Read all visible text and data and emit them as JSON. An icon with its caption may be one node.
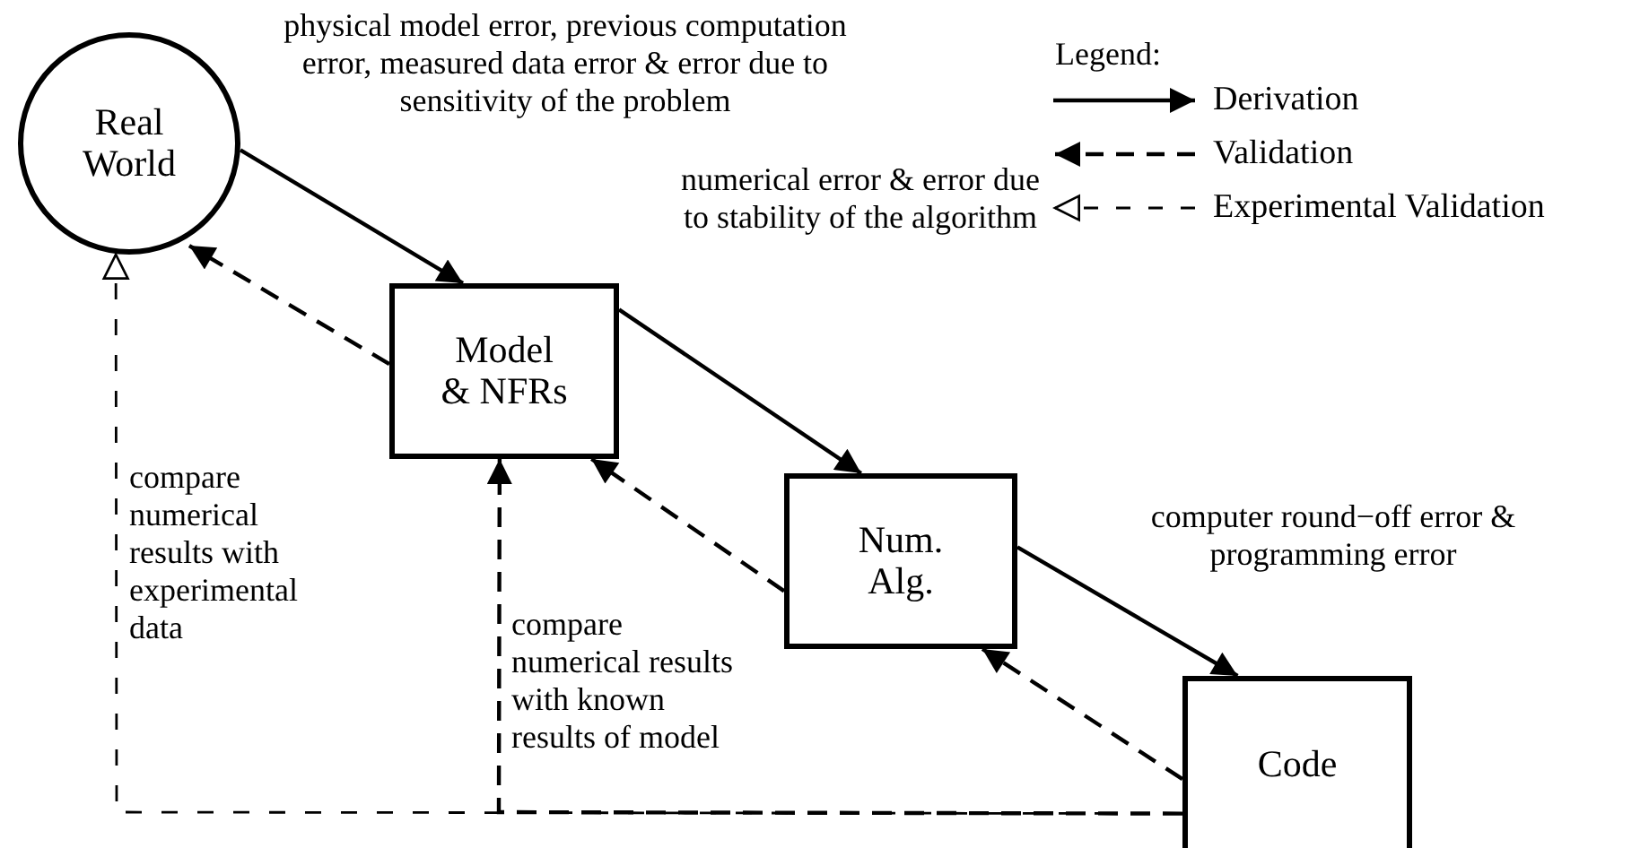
{
  "diagram": {
    "nodes": [
      {
        "text": [
          "Real World"
        ]
      },
      {
        "text": [
          "Model & NFRs"
        ]
      },
      {
        "text": [
          "Num. Alg."
        ]
      },
      {
        "text": [
          "Code"
        ]
      }
    ],
    "edges": [
      {
        "from": 0,
        "to": 1,
        "arrow": "to",
        "label": "physical model error, previous computation error, measured data error & error due to sensitivity of the problem"
      },
      {
        "from": 1,
        "to": 2,
        "arrow": "to",
        "label": "numerical error & error due to stability of the algorithm"
      },
      {
        "from": 2,
        "to": 3,
        "arrow": "to",
        "label": "computer round−off error & programming error"
      },
      {
        "from": 1,
        "to": 0,
        "arrow": "to",
        "style": "dashed"
      },
      {
        "from": 2,
        "to": 1,
        "arrow": "to",
        "style": "dashed"
      },
      {
        "from": 3,
        "to": 2,
        "arrow": "to",
        "style": "dashed"
      },
      {
        "from": 3,
        "to": 1,
        "arrow": "to",
        "style": "dashed",
        "label": "compare numerical results with known results of model"
      },
      {
        "from": 3,
        "to": 0,
        "arrow": "to",
        "style": "dashed",
        "label": "compare numerical results with experimental data"
      }
    ],
    "labels": [
      "Legend:"
    ],
    "legend": [
      {
        "text": "Derivation"
      },
      {
        "text": "Validation"
      },
      {
        "text": "Experimental Validation"
      }
    ]
  }
}
